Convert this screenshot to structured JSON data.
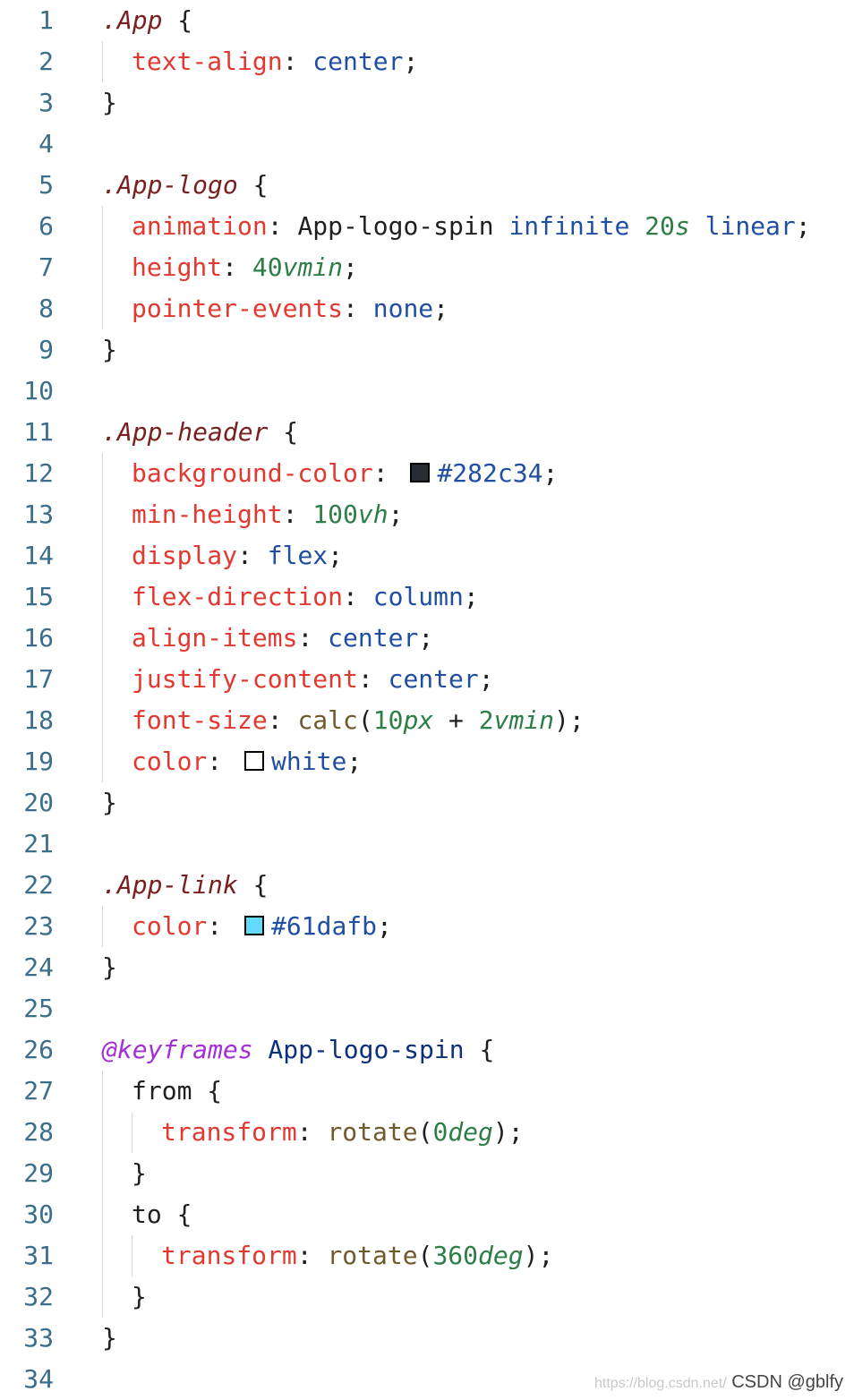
{
  "editor": {
    "lines": [
      {
        "n": "1",
        "indent": 0,
        "tokens": [
          {
            "t": "sel",
            "v": ".App"
          },
          {
            "t": "punc",
            "v": " {"
          }
        ]
      },
      {
        "n": "2",
        "indent": 1,
        "tokens": [
          {
            "t": "prop",
            "v": "text-align"
          },
          {
            "t": "punc",
            "v": ": "
          },
          {
            "t": "val",
            "v": "center"
          },
          {
            "t": "punc",
            "v": ";"
          }
        ]
      },
      {
        "n": "3",
        "indent": 0,
        "tokens": [
          {
            "t": "punc",
            "v": "}"
          }
        ]
      },
      {
        "n": "4",
        "indent": 0,
        "tokens": []
      },
      {
        "n": "5",
        "indent": 0,
        "tokens": [
          {
            "t": "sel",
            "v": ".App-logo"
          },
          {
            "t": "punc",
            "v": " {"
          }
        ]
      },
      {
        "n": "6",
        "indent": 1,
        "tokens": [
          {
            "t": "prop",
            "v": "animation"
          },
          {
            "t": "punc",
            "v": ": "
          },
          {
            "t": "plain",
            "v": "App-logo-spin "
          },
          {
            "t": "val",
            "v": "infinite "
          },
          {
            "t": "num",
            "v": "20"
          },
          {
            "t": "unit",
            "v": "s"
          },
          {
            "t": "val",
            "v": " linear"
          },
          {
            "t": "punc",
            "v": ";"
          }
        ]
      },
      {
        "n": "7",
        "indent": 1,
        "tokens": [
          {
            "t": "prop",
            "v": "height"
          },
          {
            "t": "punc",
            "v": ": "
          },
          {
            "t": "num",
            "v": "40"
          },
          {
            "t": "unit",
            "v": "vmin"
          },
          {
            "t": "punc",
            "v": ";"
          }
        ]
      },
      {
        "n": "8",
        "indent": 1,
        "tokens": [
          {
            "t": "prop",
            "v": "pointer-events"
          },
          {
            "t": "punc",
            "v": ": "
          },
          {
            "t": "val",
            "v": "none"
          },
          {
            "t": "punc",
            "v": ";"
          }
        ]
      },
      {
        "n": "9",
        "indent": 0,
        "tokens": [
          {
            "t": "punc",
            "v": "}"
          }
        ]
      },
      {
        "n": "10",
        "indent": 0,
        "tokens": []
      },
      {
        "n": "11",
        "indent": 0,
        "tokens": [
          {
            "t": "sel",
            "v": ".App-header"
          },
          {
            "t": "punc",
            "v": " {"
          }
        ]
      },
      {
        "n": "12",
        "indent": 1,
        "tokens": [
          {
            "t": "prop",
            "v": "background-color"
          },
          {
            "t": "punc",
            "v": ": "
          },
          {
            "t": "swatch",
            "color": "#282c34"
          },
          {
            "t": "val",
            "v": "#282c34"
          },
          {
            "t": "punc",
            "v": ";"
          }
        ]
      },
      {
        "n": "13",
        "indent": 1,
        "tokens": [
          {
            "t": "prop",
            "v": "min-height"
          },
          {
            "t": "punc",
            "v": ": "
          },
          {
            "t": "num",
            "v": "100"
          },
          {
            "t": "unit",
            "v": "vh"
          },
          {
            "t": "punc",
            "v": ";"
          }
        ]
      },
      {
        "n": "14",
        "indent": 1,
        "tokens": [
          {
            "t": "prop",
            "v": "display"
          },
          {
            "t": "punc",
            "v": ": "
          },
          {
            "t": "val",
            "v": "flex"
          },
          {
            "t": "punc",
            "v": ";"
          }
        ]
      },
      {
        "n": "15",
        "indent": 1,
        "tokens": [
          {
            "t": "prop",
            "v": "flex-direction"
          },
          {
            "t": "punc",
            "v": ": "
          },
          {
            "t": "val",
            "v": "column"
          },
          {
            "t": "punc",
            "v": ";"
          }
        ]
      },
      {
        "n": "16",
        "indent": 1,
        "tokens": [
          {
            "t": "prop",
            "v": "align-items"
          },
          {
            "t": "punc",
            "v": ": "
          },
          {
            "t": "val",
            "v": "center"
          },
          {
            "t": "punc",
            "v": ";"
          }
        ]
      },
      {
        "n": "17",
        "indent": 1,
        "tokens": [
          {
            "t": "prop",
            "v": "justify-content"
          },
          {
            "t": "punc",
            "v": ": "
          },
          {
            "t": "val",
            "v": "center"
          },
          {
            "t": "punc",
            "v": ";"
          }
        ]
      },
      {
        "n": "18",
        "indent": 1,
        "tokens": [
          {
            "t": "prop",
            "v": "font-size"
          },
          {
            "t": "punc",
            "v": ": "
          },
          {
            "t": "fn",
            "v": "calc"
          },
          {
            "t": "punc",
            "v": "("
          },
          {
            "t": "num",
            "v": "10"
          },
          {
            "t": "unit",
            "v": "px"
          },
          {
            "t": "punc",
            "v": " + "
          },
          {
            "t": "num",
            "v": "2"
          },
          {
            "t": "unit",
            "v": "vmin"
          },
          {
            "t": "punc",
            "v": ");"
          }
        ]
      },
      {
        "n": "19",
        "indent": 1,
        "tokens": [
          {
            "t": "prop",
            "v": "color"
          },
          {
            "t": "punc",
            "v": ": "
          },
          {
            "t": "swatch",
            "color": "#ffffff"
          },
          {
            "t": "val",
            "v": "white"
          },
          {
            "t": "punc",
            "v": ";"
          }
        ]
      },
      {
        "n": "20",
        "indent": 0,
        "tokens": [
          {
            "t": "punc",
            "v": "}"
          }
        ]
      },
      {
        "n": "21",
        "indent": 0,
        "tokens": []
      },
      {
        "n": "22",
        "indent": 0,
        "tokens": [
          {
            "t": "sel",
            "v": ".App-link"
          },
          {
            "t": "punc",
            "v": " {"
          }
        ]
      },
      {
        "n": "23",
        "indent": 1,
        "tokens": [
          {
            "t": "prop",
            "v": "color"
          },
          {
            "t": "punc",
            "v": ": "
          },
          {
            "t": "swatch",
            "color": "#61dafb"
          },
          {
            "t": "val",
            "v": "#61dafb"
          },
          {
            "t": "punc",
            "v": ";"
          }
        ]
      },
      {
        "n": "24",
        "indent": 0,
        "tokens": [
          {
            "t": "punc",
            "v": "}"
          }
        ]
      },
      {
        "n": "25",
        "indent": 0,
        "tokens": []
      },
      {
        "n": "26",
        "indent": 0,
        "tokens": [
          {
            "t": "at",
            "v": "@keyframes"
          },
          {
            "t": "kf",
            "v": " App-logo-spin"
          },
          {
            "t": "punc",
            "v": " {"
          }
        ]
      },
      {
        "n": "27",
        "indent": 1,
        "tokens": [
          {
            "t": "plain",
            "v": "from"
          },
          {
            "t": "punc",
            "v": " {"
          }
        ]
      },
      {
        "n": "28",
        "indent": 2,
        "tokens": [
          {
            "t": "prop",
            "v": "transform"
          },
          {
            "t": "punc",
            "v": ": "
          },
          {
            "t": "fn",
            "v": "rotate"
          },
          {
            "t": "punc",
            "v": "("
          },
          {
            "t": "num",
            "v": "0"
          },
          {
            "t": "unit",
            "v": "deg"
          },
          {
            "t": "punc",
            "v": ");"
          }
        ]
      },
      {
        "n": "29",
        "indent": 1,
        "tokens": [
          {
            "t": "punc",
            "v": "}"
          }
        ]
      },
      {
        "n": "30",
        "indent": 1,
        "tokens": [
          {
            "t": "plain",
            "v": "to"
          },
          {
            "t": "punc",
            "v": " {"
          }
        ]
      },
      {
        "n": "31",
        "indent": 2,
        "tokens": [
          {
            "t": "prop",
            "v": "transform"
          },
          {
            "t": "punc",
            "v": ": "
          },
          {
            "t": "fn",
            "v": "rotate"
          },
          {
            "t": "punc",
            "v": "("
          },
          {
            "t": "num",
            "v": "360"
          },
          {
            "t": "unit",
            "v": "deg"
          },
          {
            "t": "punc",
            "v": ");"
          }
        ]
      },
      {
        "n": "32",
        "indent": 1,
        "tokens": [
          {
            "t": "punc",
            "v": "}"
          }
        ]
      },
      {
        "n": "33",
        "indent": 0,
        "tokens": [
          {
            "t": "punc",
            "v": "}"
          }
        ]
      },
      {
        "n": "34",
        "indent": 0,
        "tokens": []
      }
    ]
  },
  "watermark": {
    "url": "https://blog.csdn.net/",
    "label": "CSDN @gblfy"
  }
}
